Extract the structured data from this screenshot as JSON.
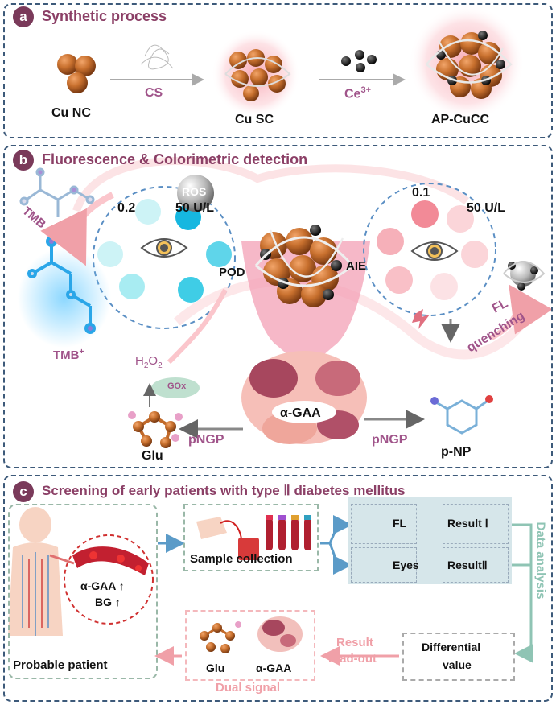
{
  "panel_a": {
    "badge": "a",
    "title": "Synthetic process",
    "cu_nc": "Cu NC",
    "cs": "CS",
    "cu_sc": "Cu SC",
    "ce3": "Ce",
    "ce3_sup": "3+",
    "ap_cucc": "AP-CuCC"
  },
  "panel_b": {
    "badge": "b",
    "title": "Fluorescence & Colorimetric detection",
    "tmb": "TMB",
    "tmb_plus": "TMB",
    "tmb_plus_sup": "+",
    "ros": "ROS",
    "left_conc": "0.2",
    "left_activity": "50 U/L",
    "pod": "POD",
    "aie": "AIE",
    "right_conc": "0.1",
    "right_activity": "50 U/L",
    "fl": "FL",
    "quenching": "quenching",
    "h2o2": "H",
    "h2o2_sub1": "2",
    "h2o2_o": "O",
    "h2o2_sub2": "2",
    "gox": "GOx",
    "glu": "Glu",
    "pngp_left": "pNGP",
    "alpha_gaa": "α-GAA",
    "pngp_right": "pNGP",
    "pnp": "p-NP"
  },
  "panel_c": {
    "badge": "c",
    "title": "Screening of early patients with type Ⅱ diabetes mellitus",
    "alpha_gaa_up": "α-GAA ↑",
    "bg_up": "BG ↑",
    "probable_patient": "Probable patient",
    "sample_collection": "Sample collection",
    "fl": "FL",
    "eyes": "Eyes",
    "result1": "Result Ⅰ",
    "result2": "ResultⅡ",
    "data_analysis": "Data analysis",
    "differential": "Differential",
    "value": "value",
    "result": "Result",
    "read_out": "read-out",
    "glu": "Glu",
    "alpha_gaa": "α-GAA",
    "dual_signal": "Dual signal"
  },
  "colors": {
    "accent_purple": "#8b3f66",
    "copper": "#c0692a",
    "teal_panel": "#d6e6ea",
    "arrow_blue": "#5b9bc8",
    "pink": "#f0a0a8"
  }
}
